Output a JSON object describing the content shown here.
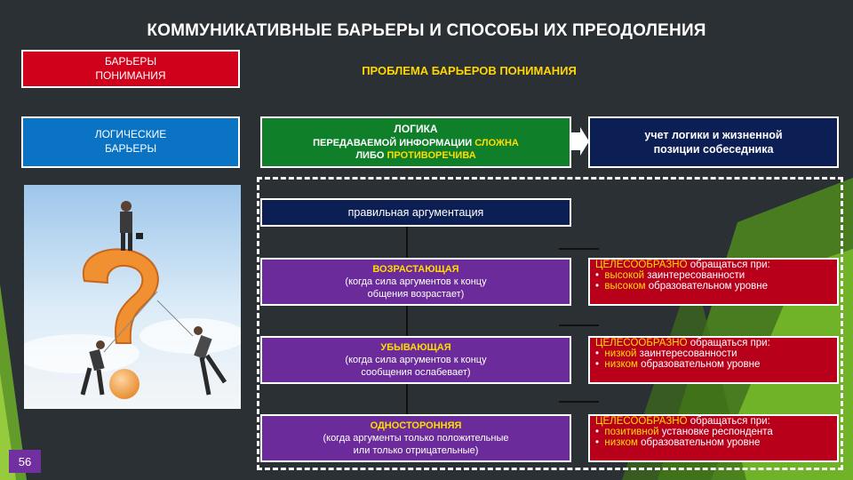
{
  "slide": {
    "title": "КОММУНИКАТИВНЫЕ БАРЬЕРЫ И СПОСОБЫ ИХ ПРЕОДОЛЕНИЯ",
    "page_number": "56"
  },
  "barriers_box": {
    "line1": "БАРЬЕРЫ",
    "line2": "ПОНИМАНИЯ"
  },
  "problem_heading": "ПРОБЛЕМА БАРЬЕРОВ ПОНИМАНИЯ",
  "logical_box": {
    "line1": "ЛОГИЧЕСКИЕ",
    "line2": "БАРЬЕРЫ"
  },
  "logic_box": {
    "line1": "ЛОГИКА",
    "line2a": "ПЕРЕДАВАЕМОЙ ИНФОРМАЦИИ ",
    "line2b": "СЛОЖНА",
    "line3a": "ЛИБО ",
    "line3b": "ПРОТИВОРЕЧИВА"
  },
  "solution_box": {
    "line1": "учет логики и жизненной",
    "line2": "позиции собеседника"
  },
  "argument_box": "правильная аргументация",
  "rows": [
    {
      "name": "ВОЗРАСТАЮЩАЯ",
      "desc1": "(когда сила аргументов к концу",
      "desc2": "общения возрастает)",
      "lead_a": "ЦЕЛЕСООБРАЗНО",
      "lead_b": " обращаться при:",
      "b1a": "высокой",
      "b1b": " заинтересованности",
      "b2a": "высоком",
      "b2b": " образовательном уровне"
    },
    {
      "name": "УБЫВАЮЩАЯ",
      "desc1": "(когда сила аргументов к концу",
      "desc2": "сообщения ослабевает)",
      "lead_a": "ЦЕЛЕСООБРАЗНО",
      "lead_b": " обращаться при:",
      "b1a": "низкой",
      "b1b": " заинтересованности",
      "b2a": "низком",
      "b2b": " образовательном уровне"
    },
    {
      "name": "ОДНОСТОРОННЯЯ",
      "desc1": "(когда аргументы только положительные",
      "desc2": "или только отрицательные)",
      "lead_a": "ЦЕЛЕСООБРАЗНО",
      "lead_b": " обращаться при:",
      "b1a": "позитивной",
      "b1b": " установке респондента",
      "b2a": "низком",
      "b2b": " образовательном уровне"
    }
  ],
  "bullet": "•",
  "image": {
    "icon": "question-mark-businessmen-illustration"
  },
  "colors": {
    "background": "#2b3034",
    "red": "#d0021b",
    "blue": "#0a73c4",
    "green": "#0f7f2a",
    "navy": "#0b1f55",
    "purple": "#6b2b9b",
    "highlight": "#ffdd00"
  }
}
